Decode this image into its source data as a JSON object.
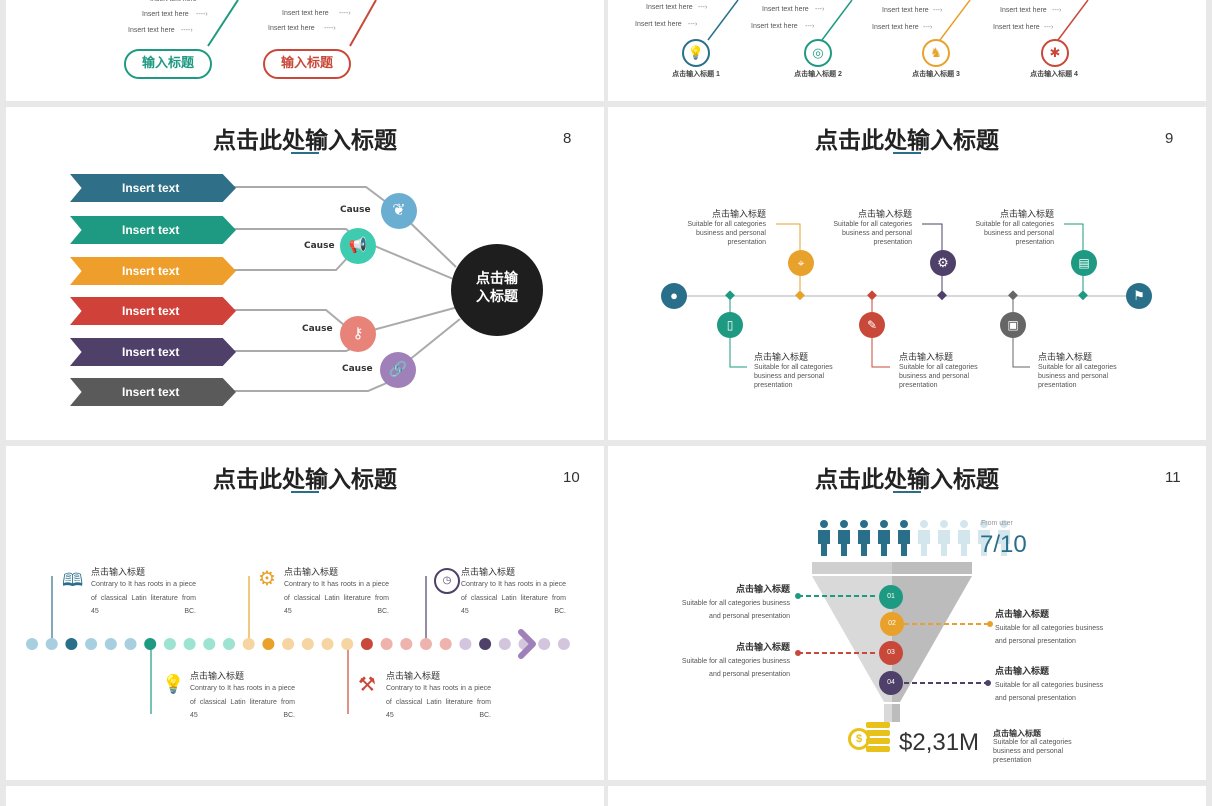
{
  "slide_top_left": {
    "rows": [
      "Insert text here",
      "Insert text here",
      "Insert text here",
      "Insert text here"
    ],
    "pill_left": "输入标题",
    "pill_right": "输入标题",
    "colors": {
      "green": "#1f9a82",
      "red": "#c8493a"
    }
  },
  "slide_top_right": {
    "rows": [
      "Insert text here",
      "Insert text here"
    ],
    "items": [
      {
        "label": "点击输入标题 1",
        "icon": "lightbulb-icon",
        "color": "#2a6f8a"
      },
      {
        "label": "点击输入标题 2",
        "icon": "target-icon",
        "color": "#1f9a82"
      },
      {
        "label": "点击输入标题 3",
        "icon": "chess-knight-icon",
        "color": "#e8a22c"
      },
      {
        "label": "点击输入标题 4",
        "icon": "bug-icon",
        "color": "#c8493a"
      }
    ]
  },
  "slide8": {
    "title": "点击此处输入标题",
    "number": "8",
    "arrows": [
      {
        "text": "Insert text",
        "color": "#2f6f87"
      },
      {
        "text": "Insert text",
        "color": "#1f9a82"
      },
      {
        "text": "Insert text",
        "color": "#ee9e2a"
      },
      {
        "text": "Insert text",
        "color": "#d0413a"
      },
      {
        "text": "Insert text",
        "color": "#4e4068"
      },
      {
        "text": "Insert text",
        "color": "#5a5a5a"
      }
    ],
    "causes": [
      "Cause",
      "Cause",
      "Cause",
      "Cause"
    ],
    "cause_colors": [
      "#6aaed1",
      "#3ecbb0",
      "#e8837a",
      "#9f80b8"
    ],
    "center_text": "点击输入标题"
  },
  "slide9": {
    "title": "点击此处输入标题",
    "number": "9",
    "top": [
      {
        "title": "点击输入标题",
        "text": "Suitable for all categories business and personal presentation",
        "color": "#e8a22c",
        "icon": "telescope-icon"
      },
      {
        "title": "点击输入标题",
        "text": "Suitable for all categories business and personal presentation",
        "color": "#4e4068",
        "icon": "gears-icon"
      },
      {
        "title": "点击输入标题",
        "text": "Suitable for all categories business and personal presentation",
        "color": "#1f9a82",
        "icon": "printer-icon"
      }
    ],
    "bottom": [
      {
        "title": "点击输入标题",
        "text": "Suitable for all categories business and personal presentation",
        "color": "#1f9a82",
        "icon": "document-icon"
      },
      {
        "title": "点击输入标题",
        "text": "Suitable for all categories business and personal presentation",
        "color": "#c8493a",
        "icon": "pencil-icon"
      },
      {
        "title": "点击输入标题",
        "text": "Suitable for all categories business and personal presentation",
        "color": "#666666",
        "icon": "screen-icon"
      }
    ],
    "start_icon": "user-icon",
    "end_icon": "flag-icon"
  },
  "slide10": {
    "title": "点击此处输入标题",
    "number": "10",
    "top": [
      {
        "title": "点击输入标题",
        "text": "Contrary to It has roots in a piece of classical Latin literature from 45 BC.",
        "icon": "book-icon",
        "color": "#2a6f8a"
      },
      {
        "title": "点击输入标题",
        "text": "Contrary to It has roots in a piece of classical Latin literature from 45 BC.",
        "icon": "gear-icon",
        "color": "#e8a22c"
      },
      {
        "title": "点击输入标题",
        "text": "Contrary to It has roots in a piece of classical Latin literature from 45 BC.",
        "icon": "gauge-icon",
        "color": "#4e4068"
      }
    ],
    "bottom": [
      {
        "title": "点击输入标题",
        "text": "Contrary to It has roots in a piece of classical Latin literature from 45 BC.",
        "icon": "lightbulb-icon",
        "color": "#1f9a82"
      },
      {
        "title": "点击输入标题",
        "text": "Contrary to It has roots in a piece of classical Latin literature from 45 BC.",
        "icon": "tools-icon",
        "color": "#c8493a"
      }
    ]
  },
  "slide11": {
    "title": "点击此处输入标题",
    "number": "11",
    "from_user": "From user",
    "ratio": "7/10",
    "users_total": 10,
    "users_highlighted": 7,
    "left": [
      {
        "title": "点击输入标题",
        "text": "Suitable for all categories business and personal presentation"
      },
      {
        "title": "点击输入标题",
        "text": "Suitable for all categories business and personal presentation"
      }
    ],
    "right": [
      {
        "title": "点击输入标题",
        "text": "Suitable for all categories business and personal presentation"
      },
      {
        "title": "点击输入标题",
        "text": "Suitable for all categories business and personal presentation"
      }
    ],
    "steps": [
      {
        "label": "01",
        "color": "#1f9a82"
      },
      {
        "label": "02",
        "color": "#e8a22c"
      },
      {
        "label": "03",
        "color": "#c8493a"
      },
      {
        "label": "04",
        "color": "#4e4068"
      }
    ],
    "money": "$2,31M",
    "money_title": "点击输入标题",
    "money_text": "Suitable for all categories business and personal presentation"
  }
}
